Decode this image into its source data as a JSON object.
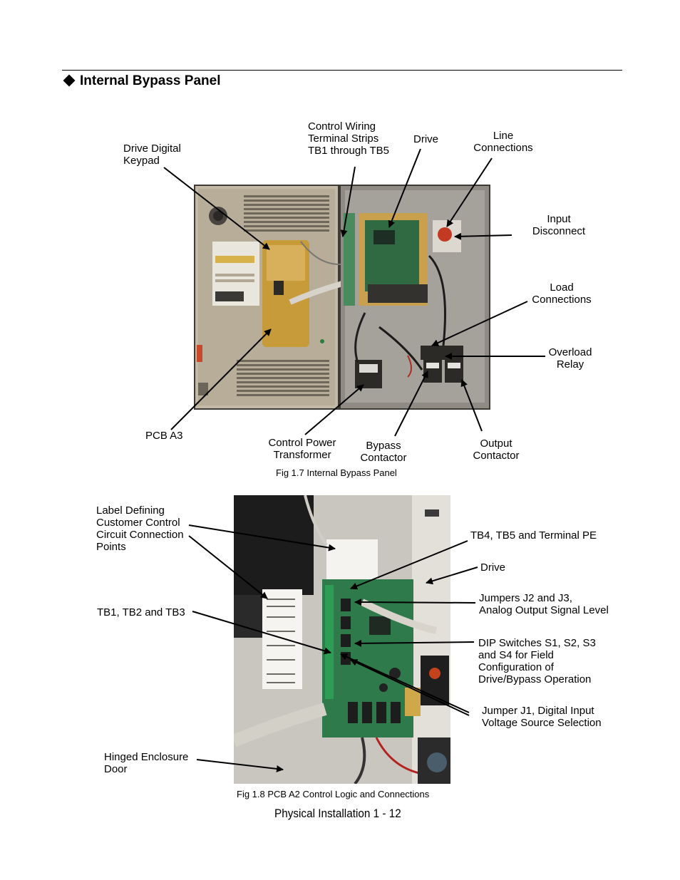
{
  "section": {
    "title": "Internal Bypass Panel",
    "icon": "diamond-bullet-icon"
  },
  "figure1": {
    "caption": "Fig 1.7  Internal Bypass Panel",
    "labels": {
      "drive_digital_keypad": "Drive Digital\nKeypad",
      "control_wiring": "Control Wiring\nTerminal Strips\nTB1 through TB5",
      "drive": "Drive",
      "line_connections": "Line\nConnections",
      "input_disconnect": "Input\nDisconnect",
      "load_connections": "Load\nConnections",
      "overload_relay": "Overload\nRelay",
      "pcb_a3": "PCB A3",
      "control_power_transformer": "Control Power\nTransformer",
      "bypass_contactor": "Bypass\nContactor",
      "output_contactor": "Output\nContactor"
    }
  },
  "figure2": {
    "caption": "Fig 1.8  PCB A2 Control Logic and Connections",
    "labels": {
      "label_defining": "Label Defining\nCustomer Control\nCircuit Connection\nPoints",
      "tb4_tb5": "TB4, TB5 and Terminal PE",
      "drive": "Drive",
      "jumpers_j2_j3": "Jumpers J2 and J3,\nAnalog Output Signal Level",
      "tb1_tb2_tb3": "TB1, TB2 and TB3",
      "dip_switches": "DIP Switches S1, S2, S3\nand S4 for Field\nConfiguration of\nDrive/Bypass Operation",
      "jumper_j1": "Jumper J1, Digital Input\nVoltage Source Selection",
      "hinged_door": "Hinged Enclosure\nDoor"
    }
  },
  "footer": {
    "text": "Physical Installation  1 - 12"
  }
}
